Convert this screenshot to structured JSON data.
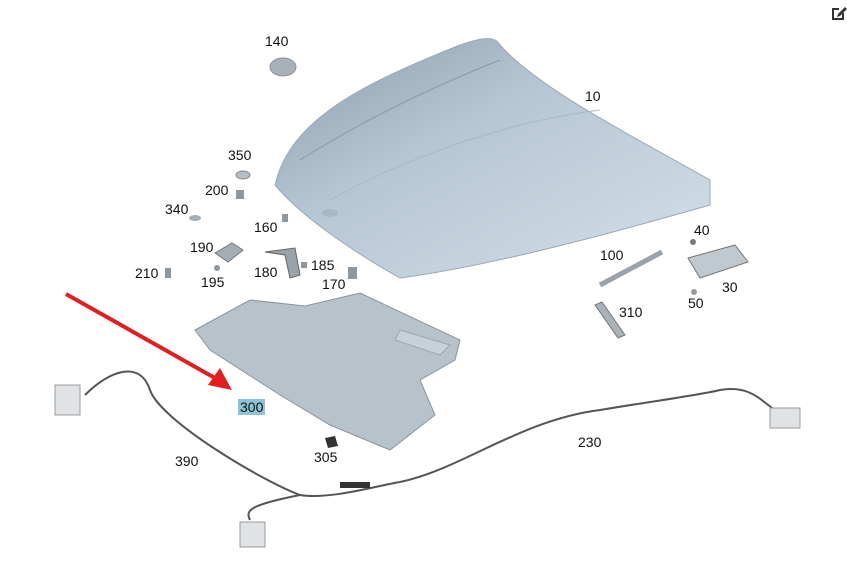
{
  "toolbar": {
    "edit_icon": "edit-icon"
  },
  "arrow_color": "#e02020",
  "highlight_color": "#8fc3d8",
  "parts": {
    "p140": "140",
    "p10": "10",
    "p350": "350",
    "p200": "200",
    "p340": "340",
    "p160": "160",
    "p190": "190",
    "p210": "210",
    "p195": "195",
    "p180": "180",
    "p185": "185",
    "p170": "170",
    "p100": "100",
    "p40": "40",
    "p30": "30",
    "p50": "50",
    "p310": "310",
    "p300": "300",
    "p305": "305",
    "p390": "390",
    "p230": "230"
  }
}
